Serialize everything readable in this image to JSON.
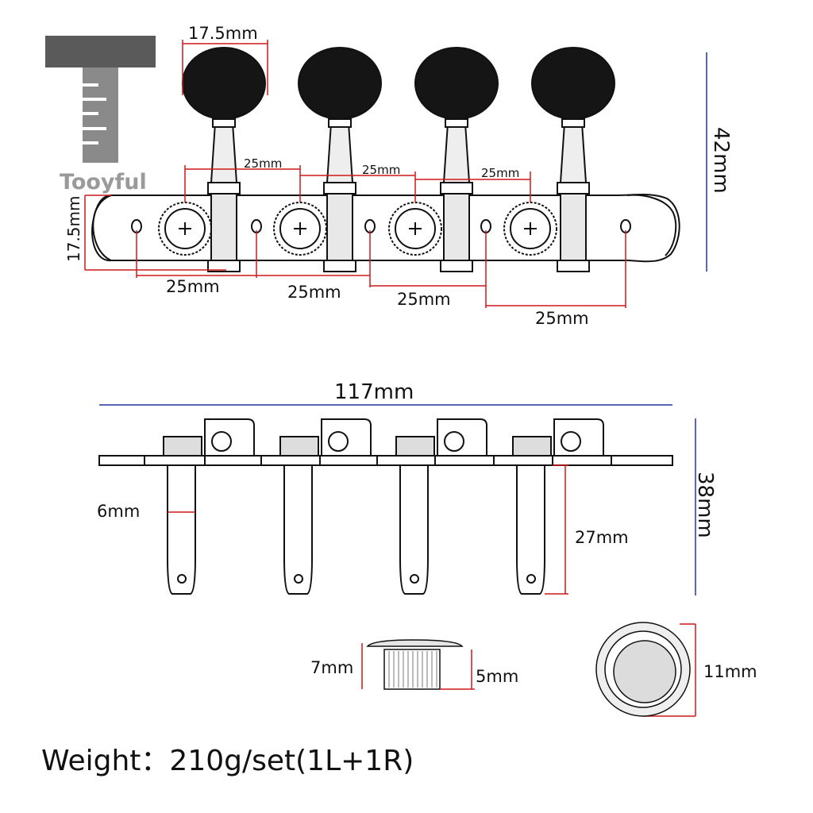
{
  "brand": {
    "name": "Tooyful"
  },
  "top_view": {
    "button_width": "17.5mm",
    "string_spacing_upper": [
      "25mm",
      "25mm",
      "25mm"
    ],
    "plate_height": "17.5mm",
    "hole_spacing_lower": [
      "25mm",
      "25mm",
      "25mm",
      "25mm"
    ],
    "total_height": "42mm"
  },
  "side_view": {
    "total_length": "117mm",
    "total_height": "38mm",
    "post_diameter": "6mm",
    "post_length": "27mm"
  },
  "bushing": {
    "height_outer": "7mm",
    "height_inner": "5mm",
    "diameter": "11mm"
  },
  "weight_text": "Weight：210g/set(1L+1R)",
  "colors": {
    "dimension_line": "#d01818",
    "overall_line": "#2233aa",
    "outline": "#111111"
  }
}
